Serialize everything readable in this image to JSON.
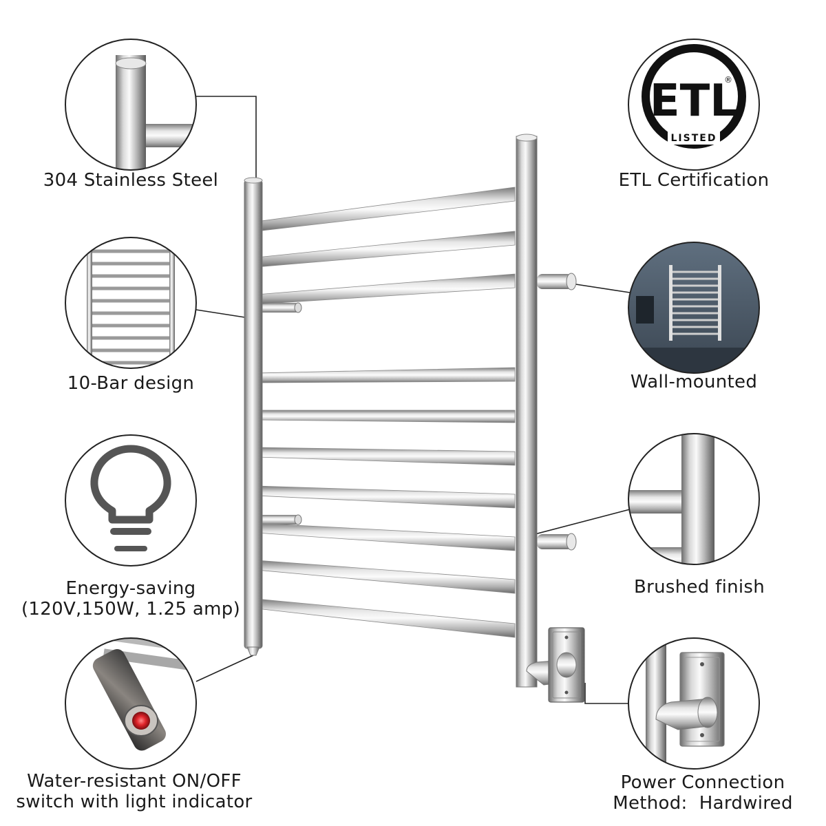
{
  "features": [
    {
      "id": "steel",
      "icon": "steel-pipe-icon",
      "lines": [
        "304 Stainless Steel"
      ]
    },
    {
      "id": "bars",
      "icon": "towel-rack-icon",
      "lines": [
        "10-Bar design"
      ]
    },
    {
      "id": "energy",
      "icon": "light-bulb-icon",
      "lines": [
        "Energy-saving",
        "(120V,150W, 1.25 amp)"
      ]
    },
    {
      "id": "switch",
      "icon": "power-switch-icon",
      "lines": [
        "Water-resistant ON/OFF",
        "switch with light indicator"
      ]
    },
    {
      "id": "etl",
      "icon": "etl-logo-icon",
      "lines": [
        "ETL Certification"
      ]
    },
    {
      "id": "wall",
      "icon": "bathroom-wall-icon",
      "lines": [
        "Wall-mounted"
      ]
    },
    {
      "id": "finish",
      "icon": "brushed-metal-icon",
      "lines": [
        "Brushed finish"
      ]
    },
    {
      "id": "power",
      "icon": "wall-plate-icon",
      "lines": [
        "Power Connection",
        "Method:  Hardwired"
      ]
    }
  ],
  "etl_logo": {
    "letters": "ETL",
    "listed": "LISTED",
    "registered": "®"
  },
  "colors": {
    "steel_light": "#f4f4f4",
    "steel_mid": "#b9b9b9",
    "steel_dark": "#6e6e6e",
    "outline": "#222222",
    "switch_red": "#e0242a"
  }
}
